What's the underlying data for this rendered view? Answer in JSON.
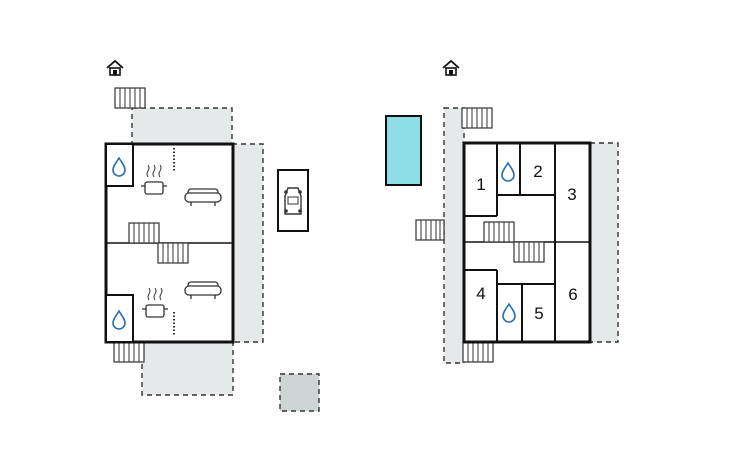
{
  "floor_plan": {
    "left_plan": {
      "icons": [
        "house-icon",
        "stairs-icon",
        "water-drop-icon",
        "stove-pot-icon",
        "sofa-icon",
        "car-icon",
        "parking-area"
      ]
    },
    "right_plan": {
      "icons": [
        "house-icon",
        "stairs-icon",
        "pool",
        "water-drop-icon"
      ],
      "room_numbers": [
        "1",
        "2",
        "3",
        "4",
        "5",
        "6"
      ]
    },
    "colors": {
      "terrace_fill": "#e6e9e9",
      "wall": "#111111",
      "pool_fill": "#8fdde6",
      "parking_fill": "#cfd4d4",
      "water_drop": "#2a6fb0"
    }
  }
}
